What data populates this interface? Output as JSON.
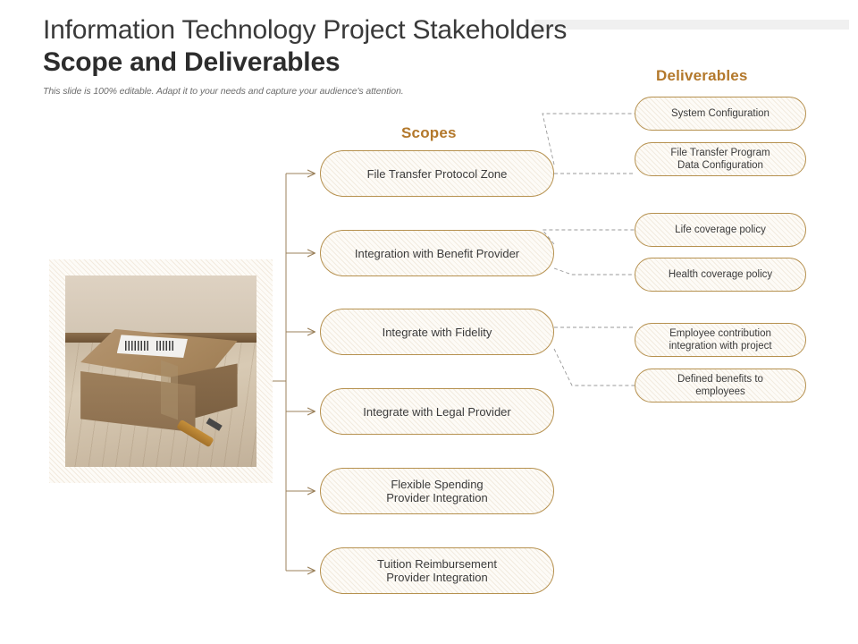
{
  "header": {
    "title_regular": "Information Technology Project Stakeholders ",
    "title_bold": "Scope and Deliverables",
    "subtitle": "This slide is 100% editable. Adapt it to your needs and capture your audience's attention."
  },
  "sections": {
    "scopes_label": "Scopes",
    "deliverables_label": "Deliverables"
  },
  "colors": {
    "accent": "#b3782b",
    "node_border": "#b6914f",
    "node_fill": "#fdfbf7",
    "title_text": "#3a3a3a",
    "topbar": "#f0f0f0",
    "connector_left": "#8a6c3f",
    "connector_right": "#9a9a9a"
  },
  "photo": {
    "alt": "cardboard shipping box with shipping label on a wooden floor next to an orange box cutter"
  },
  "scopes": [
    {
      "id": "scope-1",
      "label": "File Transfer Protocol Zone"
    },
    {
      "id": "scope-2",
      "label": "Integration with Benefit Provider"
    },
    {
      "id": "scope-3",
      "label": "Integrate with Fidelity"
    },
    {
      "id": "scope-4",
      "label": "Integrate with Legal Provider"
    },
    {
      "id": "scope-5",
      "line1": "Flexible Spending",
      "line2": "Provider Integration"
    },
    {
      "id": "scope-6",
      "line1": "Tuition Reimbursement",
      "line2": "Provider Integration"
    }
  ],
  "deliverables": [
    {
      "id": "deliv-1",
      "label": "System Configuration"
    },
    {
      "id": "deliv-2",
      "line1": "File Transfer Program",
      "line2": "Data Configuration"
    },
    {
      "id": "deliv-3",
      "label": "Life coverage policy"
    },
    {
      "id": "deliv-4",
      "label": "Health coverage policy"
    },
    {
      "id": "deliv-5",
      "line1": "Employee contribution",
      "line2": "integration with project"
    },
    {
      "id": "deliv-6",
      "line1": "Defined benefits to",
      "line2": "employees"
    }
  ]
}
